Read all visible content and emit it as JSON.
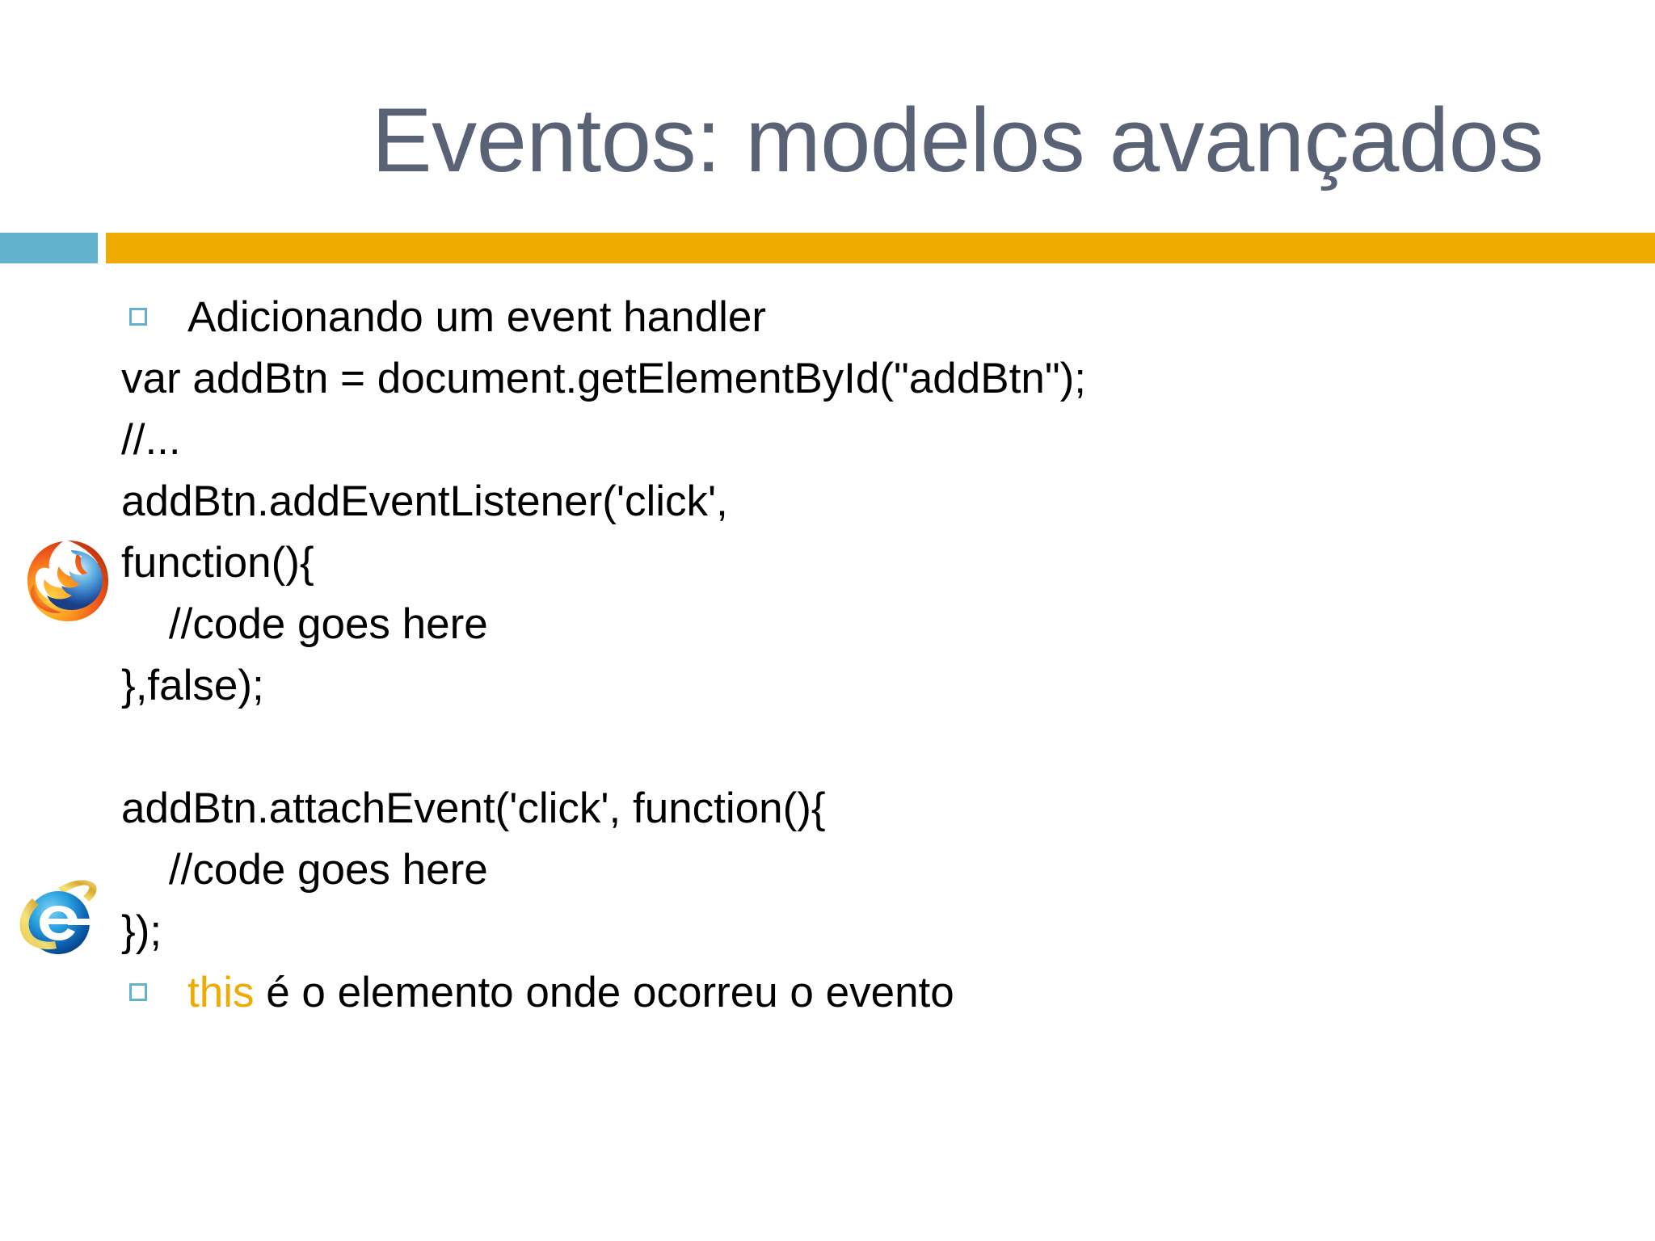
{
  "slide": {
    "title": "Eventos: modelos avançados",
    "title_color": "#5a6275",
    "background_color": "#ffffff"
  },
  "divider": {
    "blue_color": "#62b2ce",
    "orange_color": "#f0ab00"
  },
  "body": {
    "bullet_color": "#62b2ce",
    "text_color": "#000000",
    "highlight_color": "#f0ab00",
    "lines": [
      {
        "text": "Adicionando um event handler",
        "bulleted": true
      },
      {
        "text": "var addBtn = document.getElementById(\"addBtn\");",
        "bulleted": false
      },
      {
        "text": "//...",
        "bulleted": false
      },
      {
        "text": "addBtn.addEventListener('click',",
        "bulleted": false
      },
      {
        "text": "function(){",
        "bulleted": false
      },
      {
        "text": "    //code goes here",
        "bulleted": false
      },
      {
        "text": "},false);",
        "bulleted": false
      },
      {
        "text": "",
        "bulleted": false
      },
      {
        "text": "addBtn.attachEvent('click', function(){",
        "bulleted": false
      },
      {
        "text": "    //code goes here",
        "bulleted": false
      },
      {
        "text": "});",
        "bulleted": false
      }
    ],
    "final_line": {
      "bulleted": true,
      "highlight": "this",
      "rest": " é o elemento onde ocorreu o evento"
    }
  },
  "logos": [
    {
      "name": "firefox-logo",
      "label": "Mozilla Firefox"
    },
    {
      "name": "internet-explorer-logo",
      "label": "Internet Explorer"
    }
  ]
}
